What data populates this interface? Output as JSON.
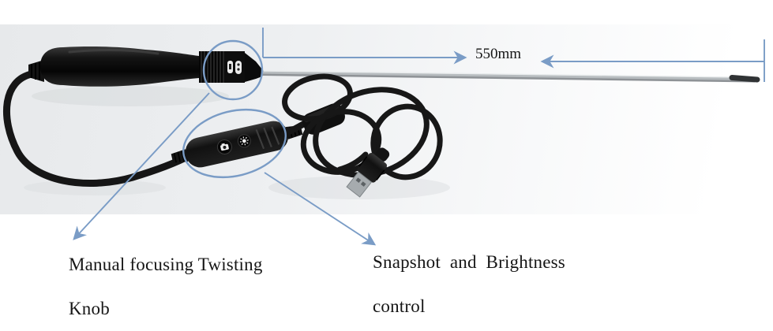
{
  "annotations": {
    "dimension_label": "550mm",
    "labels": {
      "focus_line1": "Manual focusing Twisting",
      "focus_line2": "Knob",
      "control_line1": "Snapshot  and  Brightness",
      "control_line2": "control"
    },
    "accent_color": "#7a9cc6"
  },
  "icons": {
    "remote_left_button": "camera-snapshot-icon",
    "remote_right_button": "brightness-sun-icon",
    "knob_markings": "focus-range-markings",
    "arrows": "blue-callout-arrows"
  },
  "device_colors": {
    "body_black": "#121212",
    "probe_metal": "#b7bcbf",
    "probe_tip": "#303335",
    "usb_metal": "#a6abae"
  }
}
